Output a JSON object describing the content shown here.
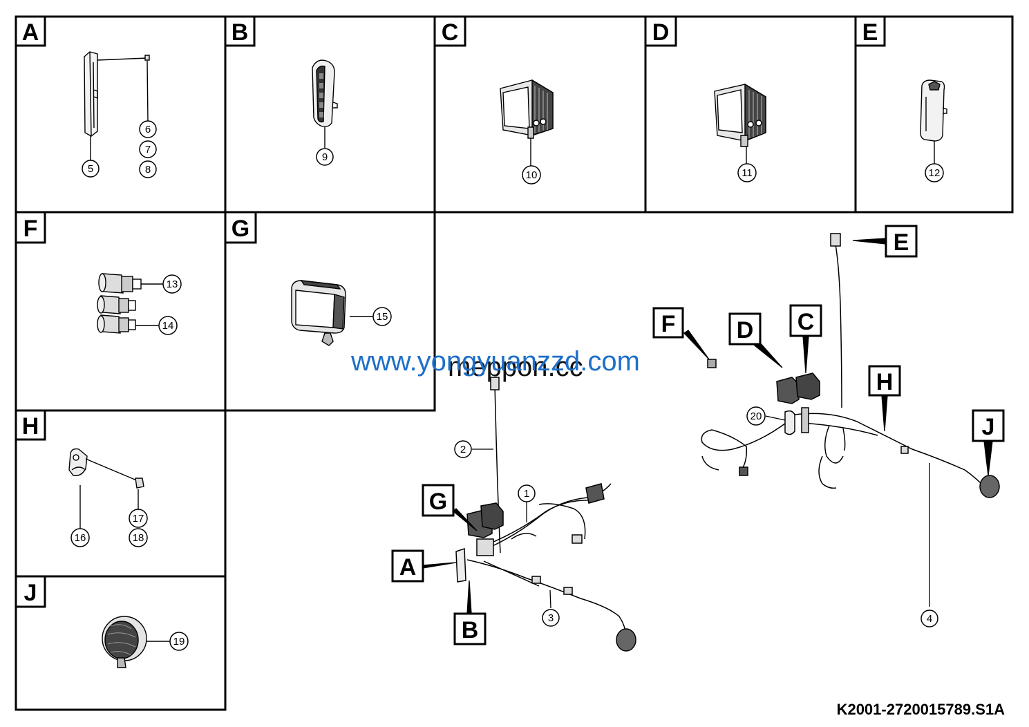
{
  "panels": [
    {
      "letter": "A",
      "callouts": [
        "5",
        "6",
        "7",
        "8"
      ]
    },
    {
      "letter": "B",
      "callouts": [
        "9"
      ]
    },
    {
      "letter": "C",
      "callouts": [
        "10"
      ]
    },
    {
      "letter": "D",
      "callouts": [
        "11"
      ]
    },
    {
      "letter": "E",
      "callouts": [
        "12"
      ]
    },
    {
      "letter": "F",
      "callouts": [
        "13",
        "14"
      ]
    },
    {
      "letter": "G",
      "callouts": [
        "15"
      ]
    },
    {
      "letter": "H",
      "callouts": [
        "16",
        "17",
        "18"
      ]
    },
    {
      "letter": "J",
      "callouts": [
        "19"
      ]
    }
  ],
  "assembly_letters": [
    "A",
    "B",
    "G",
    "F",
    "D",
    "C",
    "E",
    "H",
    "J"
  ],
  "assembly_callouts": [
    "1",
    "2",
    "3",
    "4",
    "20"
  ],
  "watermark": {
    "text1": "www.yongyuanzzd.com",
    "text2": "meppon.cc"
  },
  "caption": "K2001-2720015789.S1A"
}
